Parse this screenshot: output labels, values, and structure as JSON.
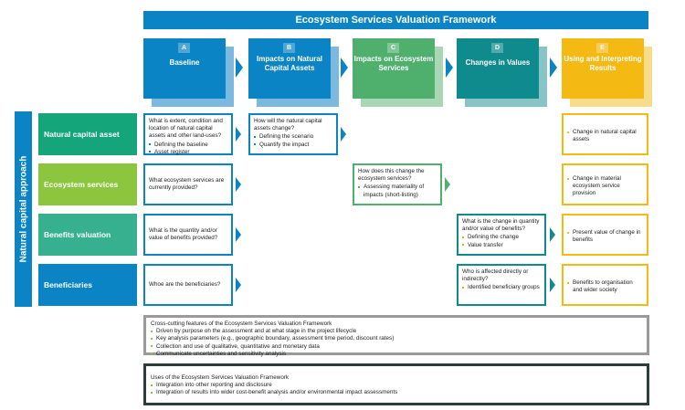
{
  "title": "Ecosystem Services Valuation Framework",
  "side_label": "Natural capital approach",
  "stages": [
    {
      "letter": "A",
      "label": "Baseline",
      "color": "#0b84c6",
      "shadow": "#7cb9e0"
    },
    {
      "letter": "B",
      "label": "Impacts on Natural Capital Assets",
      "color": "#0b84c6",
      "shadow": "#7cb9e0"
    },
    {
      "letter": "C",
      "label": "Impacts on Ecosystem Services",
      "color": "#4fb06e",
      "shadow": "#a9d7b6"
    },
    {
      "letter": "D",
      "label": "Changes in Values",
      "color": "#0f8b8d",
      "shadow": "#86c4c5"
    },
    {
      "letter": "E",
      "label": "Using and Interpreting Results",
      "color": "#f5b914",
      "shadow": "#f9dc8a"
    }
  ],
  "rows": [
    {
      "label": "Natural capital asset",
      "color": "#14a57a"
    },
    {
      "label": "Ecosystem services",
      "color": "#8cc63f"
    },
    {
      "label": "Benefits valuation",
      "color": "#36b08e"
    },
    {
      "label": "Beneficiaries",
      "color": "#0b84c6"
    }
  ],
  "boxes": {
    "a1": {
      "text": "What is extent, condition and location of natural capital assets and other land-uses?",
      "items": [
        "Defining the baseline",
        "Asset register"
      ]
    },
    "a2": {
      "text": "What ecosystem services are currently provided?"
    },
    "a3": {
      "text": "What is the quantity and/or value of benefits provided?"
    },
    "a4": {
      "text": "Whoe are the beneficiaries?"
    },
    "b1": {
      "text": "How will the natural capital assets change?",
      "items": [
        "Defining the scenario",
        "Quantify the impact"
      ]
    },
    "c2": {
      "text": "How does this change the ecosystem services?",
      "items": [
        "Assessing materiality of impacts (short-listing)"
      ]
    },
    "d3": {
      "text": "What is the change in quantity and/or value of benefits?",
      "items": [
        "Defining the change",
        "Value transfer"
      ]
    },
    "d4": {
      "text": "Who is affected directly or indirectly?",
      "items": [
        "Identified beneficiary groups"
      ]
    },
    "e1": {
      "text": "Change in natural capital assets"
    },
    "e2": {
      "text": "Change in material ecosystem service provision"
    },
    "e3": {
      "text": "Present value of change in benefits"
    },
    "e4": {
      "text": "Benefits to organisation and wider society"
    }
  },
  "crosscutting": {
    "title": "Cross-cutting features of the Ecosystem Services Valuation Framework",
    "items": [
      "Driven by purpose oh the assessment and at what stage in the project lifecycle",
      "Key analysis parameters (e.g., geographic boundary, assessment time period, discount rates)",
      "Collection and use of qualitative, quantitative and monetary data",
      "Communicate uncertainties and sensitivity analysis"
    ]
  },
  "uses": {
    "title": "Uses of the Ecosystem Services Valuation Framework",
    "items": [
      "Integration into other reporting and disclosure",
      "Integration of results into wider cost-benefit analysis and/or environmental impact assessments"
    ]
  }
}
